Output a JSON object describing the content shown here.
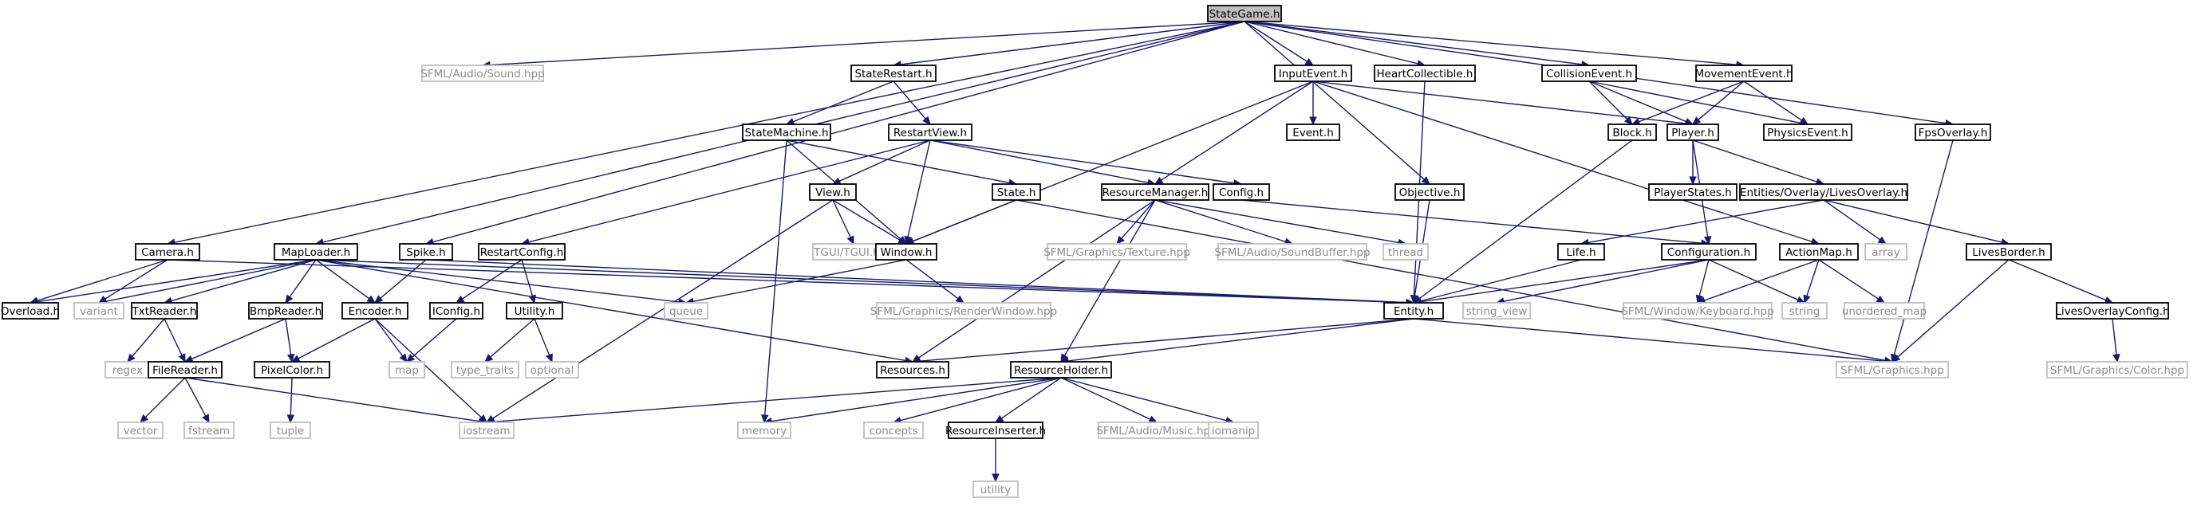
{
  "diagram": {
    "colors": {
      "edge": "#191970",
      "root_fill": "#bfbfbf",
      "node_border": "#000000",
      "external_border": "#bfbfbf",
      "external_text": "#8c8c8c"
    },
    "nodes": [
      {
        "id": "stategame",
        "label": "StateGame.h",
        "kind": "root"
      },
      {
        "id": "sound",
        "label": "SFML/Audio/Sound.hpp",
        "kind": "external"
      },
      {
        "id": "staterestart",
        "label": "StateRestart.h",
        "kind": "local"
      },
      {
        "id": "inputevent",
        "label": "InputEvent.h",
        "kind": "local"
      },
      {
        "id": "heart",
        "label": "HeartCollectible.h",
        "kind": "local"
      },
      {
        "id": "collision",
        "label": "CollisionEvent.h",
        "kind": "local"
      },
      {
        "id": "movement",
        "label": "MovementEvent.h",
        "kind": "local"
      },
      {
        "id": "fpsoverlay",
        "label": "FpsOverlay.h",
        "kind": "local"
      },
      {
        "id": "statemachine",
        "label": "StateMachine.h",
        "kind": "local"
      },
      {
        "id": "restartview",
        "label": "RestartView.h",
        "kind": "local"
      },
      {
        "id": "event",
        "label": "Event.h",
        "kind": "local"
      },
      {
        "id": "block",
        "label": "Block.h",
        "kind": "local"
      },
      {
        "id": "player",
        "label": "Player.h",
        "kind": "local"
      },
      {
        "id": "physics",
        "label": "PhysicsEvent.h",
        "kind": "local"
      },
      {
        "id": "view",
        "label": "View.h",
        "kind": "local"
      },
      {
        "id": "state",
        "label": "State.h",
        "kind": "local"
      },
      {
        "id": "resmanager",
        "label": "ResourceManager.h",
        "kind": "local"
      },
      {
        "id": "config",
        "label": "Config.h",
        "kind": "local"
      },
      {
        "id": "objective",
        "label": "Objective.h",
        "kind": "local"
      },
      {
        "id": "playerstates",
        "label": "PlayerStates.h",
        "kind": "local"
      },
      {
        "id": "livesoverlay",
        "label": "Entities/Overlay/LivesOverlay.h",
        "kind": "local"
      },
      {
        "id": "camera",
        "label": "Camera.h",
        "kind": "local"
      },
      {
        "id": "maploader",
        "label": "MapLoader.h",
        "kind": "local"
      },
      {
        "id": "spike",
        "label": "Spike.h",
        "kind": "local"
      },
      {
        "id": "restartconfig",
        "label": "RestartConfig.h",
        "kind": "local"
      },
      {
        "id": "tgui",
        "label": "TGUI/TGUI.hpp",
        "kind": "external"
      },
      {
        "id": "window",
        "label": "Window.h",
        "kind": "local"
      },
      {
        "id": "texture",
        "label": "SFML/Graphics/Texture.hpp",
        "kind": "external"
      },
      {
        "id": "soundbuffer",
        "label": "SFML/Audio/SoundBuffer.hpp",
        "kind": "external"
      },
      {
        "id": "thread",
        "label": "thread",
        "kind": "external"
      },
      {
        "id": "life",
        "label": "Life.h",
        "kind": "local"
      },
      {
        "id": "configuration",
        "label": "Configuration.h",
        "kind": "local"
      },
      {
        "id": "actionmap",
        "label": "ActionMap.h",
        "kind": "local"
      },
      {
        "id": "array",
        "label": "array",
        "kind": "external"
      },
      {
        "id": "livesborder",
        "label": "LivesBorder.h",
        "kind": "local"
      },
      {
        "id": "overload",
        "label": "Overload.h",
        "kind": "local"
      },
      {
        "id": "variant",
        "label": "variant",
        "kind": "external"
      },
      {
        "id": "txtreader",
        "label": "TxtReader.h",
        "kind": "local"
      },
      {
        "id": "bmpreader",
        "label": "BmpReader.h",
        "kind": "local"
      },
      {
        "id": "encoder",
        "label": "Encoder.h",
        "kind": "local"
      },
      {
        "id": "queue",
        "label": "queue",
        "kind": "external"
      },
      {
        "id": "iconfig",
        "label": "IConfig.h",
        "kind": "local"
      },
      {
        "id": "utilityh",
        "label": "Utility.h",
        "kind": "local"
      },
      {
        "id": "renderwindow",
        "label": "SFML/Graphics/RenderWindow.hpp",
        "kind": "external"
      },
      {
        "id": "entity",
        "label": "Entity.h",
        "kind": "local"
      },
      {
        "id": "stringview",
        "label": "string_view",
        "kind": "external"
      },
      {
        "id": "keyboard",
        "label": "SFML/Window/Keyboard.hpp",
        "kind": "external"
      },
      {
        "id": "string",
        "label": "string",
        "kind": "external"
      },
      {
        "id": "unorderedmap",
        "label": "unordered_map",
        "kind": "external"
      },
      {
        "id": "livesoverlayconfig",
        "label": "LivesOverlayConfig.h",
        "kind": "local"
      },
      {
        "id": "regex",
        "label": "regex",
        "kind": "external"
      },
      {
        "id": "filereader",
        "label": "FileReader.h",
        "kind": "local"
      },
      {
        "id": "pixelcolor",
        "label": "PixelColor.h",
        "kind": "local"
      },
      {
        "id": "map",
        "label": "map",
        "kind": "external"
      },
      {
        "id": "typetraits",
        "label": "type_traits",
        "kind": "external"
      },
      {
        "id": "optional",
        "label": "optional",
        "kind": "external"
      },
      {
        "id": "resources",
        "label": "Resources.h",
        "kind": "local"
      },
      {
        "id": "resholder",
        "label": "ResourceHolder.h",
        "kind": "local"
      },
      {
        "id": "graphics",
        "label": "SFML/Graphics.hpp",
        "kind": "external"
      },
      {
        "id": "color",
        "label": "SFML/Graphics/Color.hpp",
        "kind": "external"
      },
      {
        "id": "vector",
        "label": "vector",
        "kind": "external"
      },
      {
        "id": "fstream",
        "label": "fstream",
        "kind": "external"
      },
      {
        "id": "tuple",
        "label": "tuple",
        "kind": "external"
      },
      {
        "id": "iostream",
        "label": "iostream",
        "kind": "external"
      },
      {
        "id": "memory",
        "label": "memory",
        "kind": "external"
      },
      {
        "id": "concepts",
        "label": "concepts",
        "kind": "external"
      },
      {
        "id": "resinserter",
        "label": "ResourceInserter.h",
        "kind": "local"
      },
      {
        "id": "music",
        "label": "SFML/Audio/Music.hpp",
        "kind": "external"
      },
      {
        "id": "iomanip",
        "label": "iomanip",
        "kind": "external"
      },
      {
        "id": "utility",
        "label": "utility",
        "kind": "external"
      }
    ],
    "edges": [
      [
        "stategame",
        "sound"
      ],
      [
        "stategame",
        "staterestart"
      ],
      [
        "stategame",
        "inputevent"
      ],
      [
        "stategame",
        "heart"
      ],
      [
        "stategame",
        "collision"
      ],
      [
        "stategame",
        "movement"
      ],
      [
        "stategame",
        "fpsoverlay"
      ],
      [
        "stategame",
        "camera"
      ],
      [
        "stategame",
        "maploader"
      ],
      [
        "stategame",
        "spike"
      ],
      [
        "stategame",
        "objective"
      ],
      [
        "staterestart",
        "statemachine"
      ],
      [
        "staterestart",
        "restartview"
      ],
      [
        "inputevent",
        "event"
      ],
      [
        "inputevent",
        "player"
      ],
      [
        "inputevent",
        "resmanager"
      ],
      [
        "inputevent",
        "window"
      ],
      [
        "inputevent",
        "actionmap"
      ],
      [
        "heart",
        "entity"
      ],
      [
        "collision",
        "block"
      ],
      [
        "collision",
        "player"
      ],
      [
        "collision",
        "physics"
      ],
      [
        "movement",
        "block"
      ],
      [
        "movement",
        "player"
      ],
      [
        "movement",
        "physics"
      ],
      [
        "fpsoverlay",
        "graphics"
      ],
      [
        "statemachine",
        "state"
      ],
      [
        "statemachine",
        "window"
      ],
      [
        "statemachine",
        "memory"
      ],
      [
        "restartview",
        "view"
      ],
      [
        "restartview",
        "resmanager"
      ],
      [
        "restartview",
        "config"
      ],
      [
        "restartview",
        "window"
      ],
      [
        "restartview",
        "restartconfig"
      ],
      [
        "block",
        "entity"
      ],
      [
        "player",
        "playerstates"
      ],
      [
        "player",
        "livesoverlay"
      ],
      [
        "player",
        "configuration"
      ],
      [
        "view",
        "tgui"
      ],
      [
        "view",
        "window"
      ],
      [
        "view",
        "iostream"
      ],
      [
        "state",
        "window"
      ],
      [
        "state",
        "graphics"
      ],
      [
        "resmanager",
        "texture"
      ],
      [
        "resmanager",
        "soundbuffer"
      ],
      [
        "resmanager",
        "thread"
      ],
      [
        "resmanager",
        "resources"
      ],
      [
        "resmanager",
        "resholder"
      ],
      [
        "config",
        "configuration"
      ],
      [
        "objective",
        "entity"
      ],
      [
        "livesoverlay",
        "life"
      ],
      [
        "livesoverlay",
        "array"
      ],
      [
        "livesoverlay",
        "livesborder"
      ],
      [
        "camera",
        "overload"
      ],
      [
        "camera",
        "variant"
      ],
      [
        "camera",
        "entity"
      ],
      [
        "maploader",
        "overload"
      ],
      [
        "maploader",
        "variant"
      ],
      [
        "maploader",
        "txtreader"
      ],
      [
        "maploader",
        "bmpreader"
      ],
      [
        "maploader",
        "encoder"
      ],
      [
        "maploader",
        "queue"
      ],
      [
        "maploader",
        "resources"
      ],
      [
        "maploader",
        "entity"
      ],
      [
        "spike",
        "encoder"
      ],
      [
        "spike",
        "entity"
      ],
      [
        "restartconfig",
        "iconfig"
      ],
      [
        "restartconfig",
        "utilityh"
      ],
      [
        "window",
        "queue"
      ],
      [
        "window",
        "renderwindow"
      ],
      [
        "life",
        "entity"
      ],
      [
        "configuration",
        "stringview"
      ],
      [
        "configuration",
        "keyboard"
      ],
      [
        "configuration",
        "string"
      ],
      [
        "configuration",
        "entity"
      ],
      [
        "actionmap",
        "keyboard"
      ],
      [
        "actionmap",
        "string"
      ],
      [
        "actionmap",
        "unorderedmap"
      ],
      [
        "livesborder",
        "graphics"
      ],
      [
        "livesborder",
        "livesoverlayconfig"
      ],
      [
        "txtreader",
        "regex"
      ],
      [
        "txtreader",
        "filereader"
      ],
      [
        "bmpreader",
        "filereader"
      ],
      [
        "bmpreader",
        "pixelcolor"
      ],
      [
        "encoder",
        "pixelcolor"
      ],
      [
        "encoder",
        "map"
      ],
      [
        "encoder",
        "iostream"
      ],
      [
        "iconfig",
        "map"
      ],
      [
        "utilityh",
        "typetraits"
      ],
      [
        "utilityh",
        "optional"
      ],
      [
        "entity",
        "resources"
      ],
      [
        "entity",
        "resholder"
      ],
      [
        "entity",
        "graphics"
      ],
      [
        "livesoverlayconfig",
        "color"
      ],
      [
        "filereader",
        "vector"
      ],
      [
        "filereader",
        "fstream"
      ],
      [
        "filereader",
        "iostream"
      ],
      [
        "pixelcolor",
        "tuple"
      ],
      [
        "resholder",
        "iostream"
      ],
      [
        "resholder",
        "memory"
      ],
      [
        "resholder",
        "concepts"
      ],
      [
        "resholder",
        "resinserter"
      ],
      [
        "resholder",
        "music"
      ],
      [
        "resholder",
        "iomanip"
      ],
      [
        "resinserter",
        "utility"
      ]
    ]
  }
}
